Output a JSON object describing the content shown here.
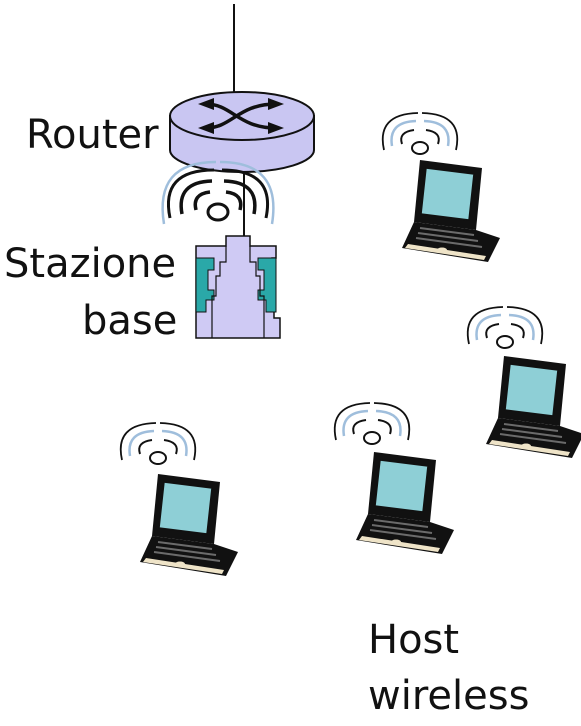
{
  "labels": {
    "router": "Router",
    "base_station_line1": "Stazione",
    "base_station_line2": "base",
    "hosts_line1": "Host",
    "hosts_line2": "wireless"
  },
  "colors": {
    "router_body": "#c9c6f2",
    "tower_body": "#cfcaf4",
    "tower_accent": "#2aa8a8",
    "screen": "#8ecfd6",
    "laptop_base": "#efe4c8",
    "wave_light": "#9fbedc"
  },
  "icons": [
    "router-icon",
    "base-station-tower-icon",
    "wireless-signal-icon",
    "laptop-icon"
  ],
  "hosts_count": 4
}
